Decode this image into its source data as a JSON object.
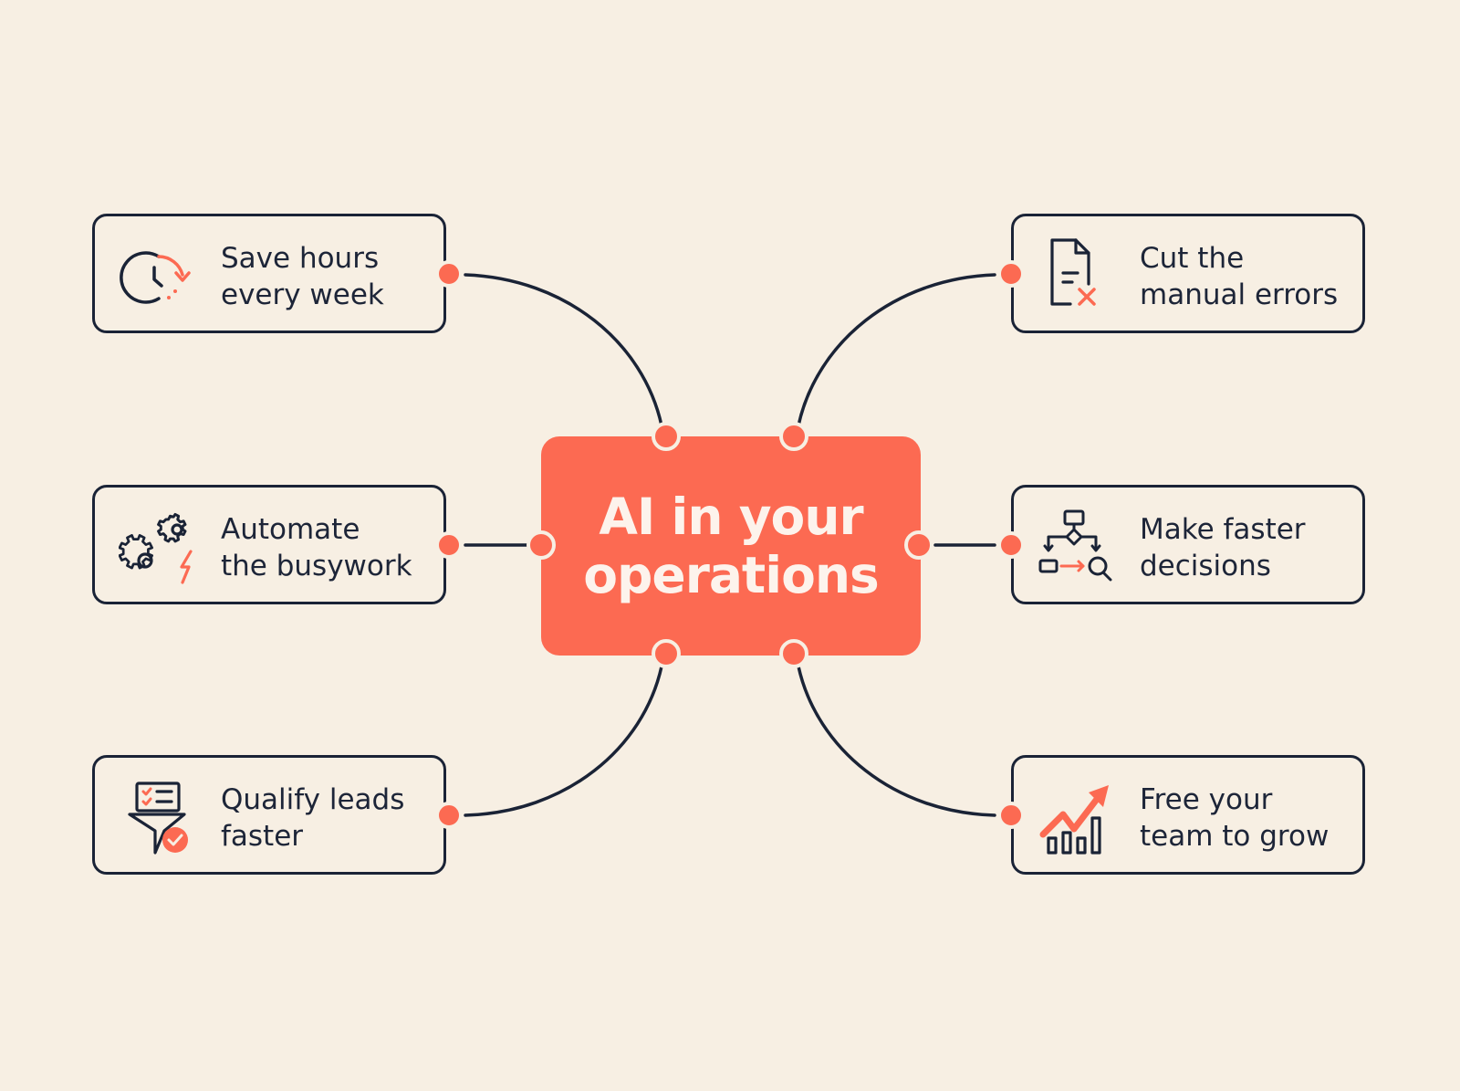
{
  "center": {
    "title": "AI in your\noperations",
    "color": "#fc6a52"
  },
  "colors": {
    "background": "#f7efe3",
    "outline": "#1a2336",
    "accent": "#fc6a52"
  },
  "nodes": {
    "save": {
      "icon": "clock-arrow-icon",
      "line1": "Save hours",
      "line2": "every week"
    },
    "auto": {
      "icon": "gears-lightning-icon",
      "line1": "Automate",
      "line2": "the busywork"
    },
    "qual": {
      "icon": "funnel-checklist-icon",
      "line1": "Qualify leads",
      "line2": "faster"
    },
    "cut": {
      "icon": "document-x-icon",
      "line1": "Cut the",
      "line2": "manual errors"
    },
    "make": {
      "icon": "flowchart-search-icon",
      "line1": "Make faster",
      "line2": "decisions"
    },
    "free": {
      "icon": "growth-chart-icon",
      "line1": "Free your",
      "line2": "team to grow"
    }
  }
}
